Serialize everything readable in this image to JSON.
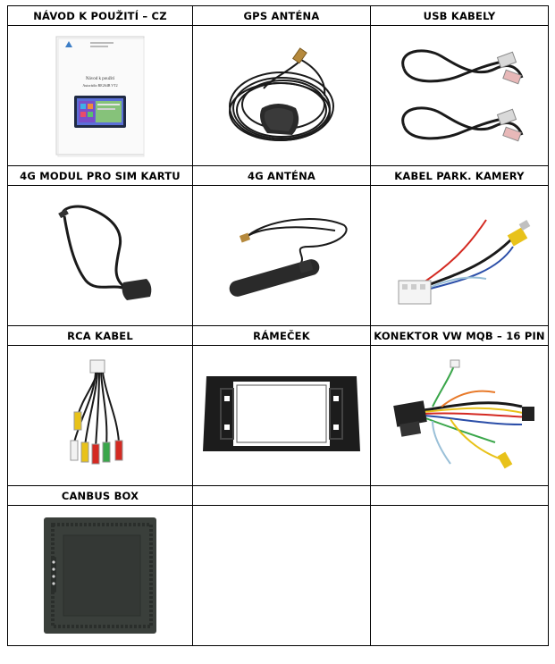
{
  "cells": [
    {
      "label": "NÁVOD K POUŽITÍ – CZ",
      "icon": "manual-booklet-icon"
    },
    {
      "label": "GPS ANTÉNA",
      "icon": "gps-antenna-icon"
    },
    {
      "label": "USB KABELY",
      "icon": "usb-cables-icon"
    },
    {
      "label": "4G MODUL PRO SIM KARTU",
      "icon": "sim-module-icon"
    },
    {
      "label": "4G ANTÉNA",
      "icon": "4g-antenna-icon"
    },
    {
      "label": "KABEL PARK. KAMERY",
      "icon": "camera-cable-icon"
    },
    {
      "label": "RCA KABEL",
      "icon": "rca-cable-icon"
    },
    {
      "label": "RÁMEČEK",
      "icon": "frame-icon"
    },
    {
      "label": "KONEKTOR VW MQB – 16 PIN",
      "icon": "connector-harness-icon"
    },
    {
      "label": "CANBUS BOX",
      "icon": "canbus-box-icon"
    },
    {
      "label": ""
    },
    {
      "label": ""
    }
  ],
  "manual": {
    "title": "Návod k použití",
    "subtitle": "Autorádio RE264B VT2"
  },
  "colors": {
    "border": "#000000",
    "cable": "#1a1a1a",
    "rca_red": "#d42a22",
    "rca_yellow": "#e8c21a",
    "rca_white": "#f2f2f2",
    "rca_green": "#3aa64a"
  }
}
